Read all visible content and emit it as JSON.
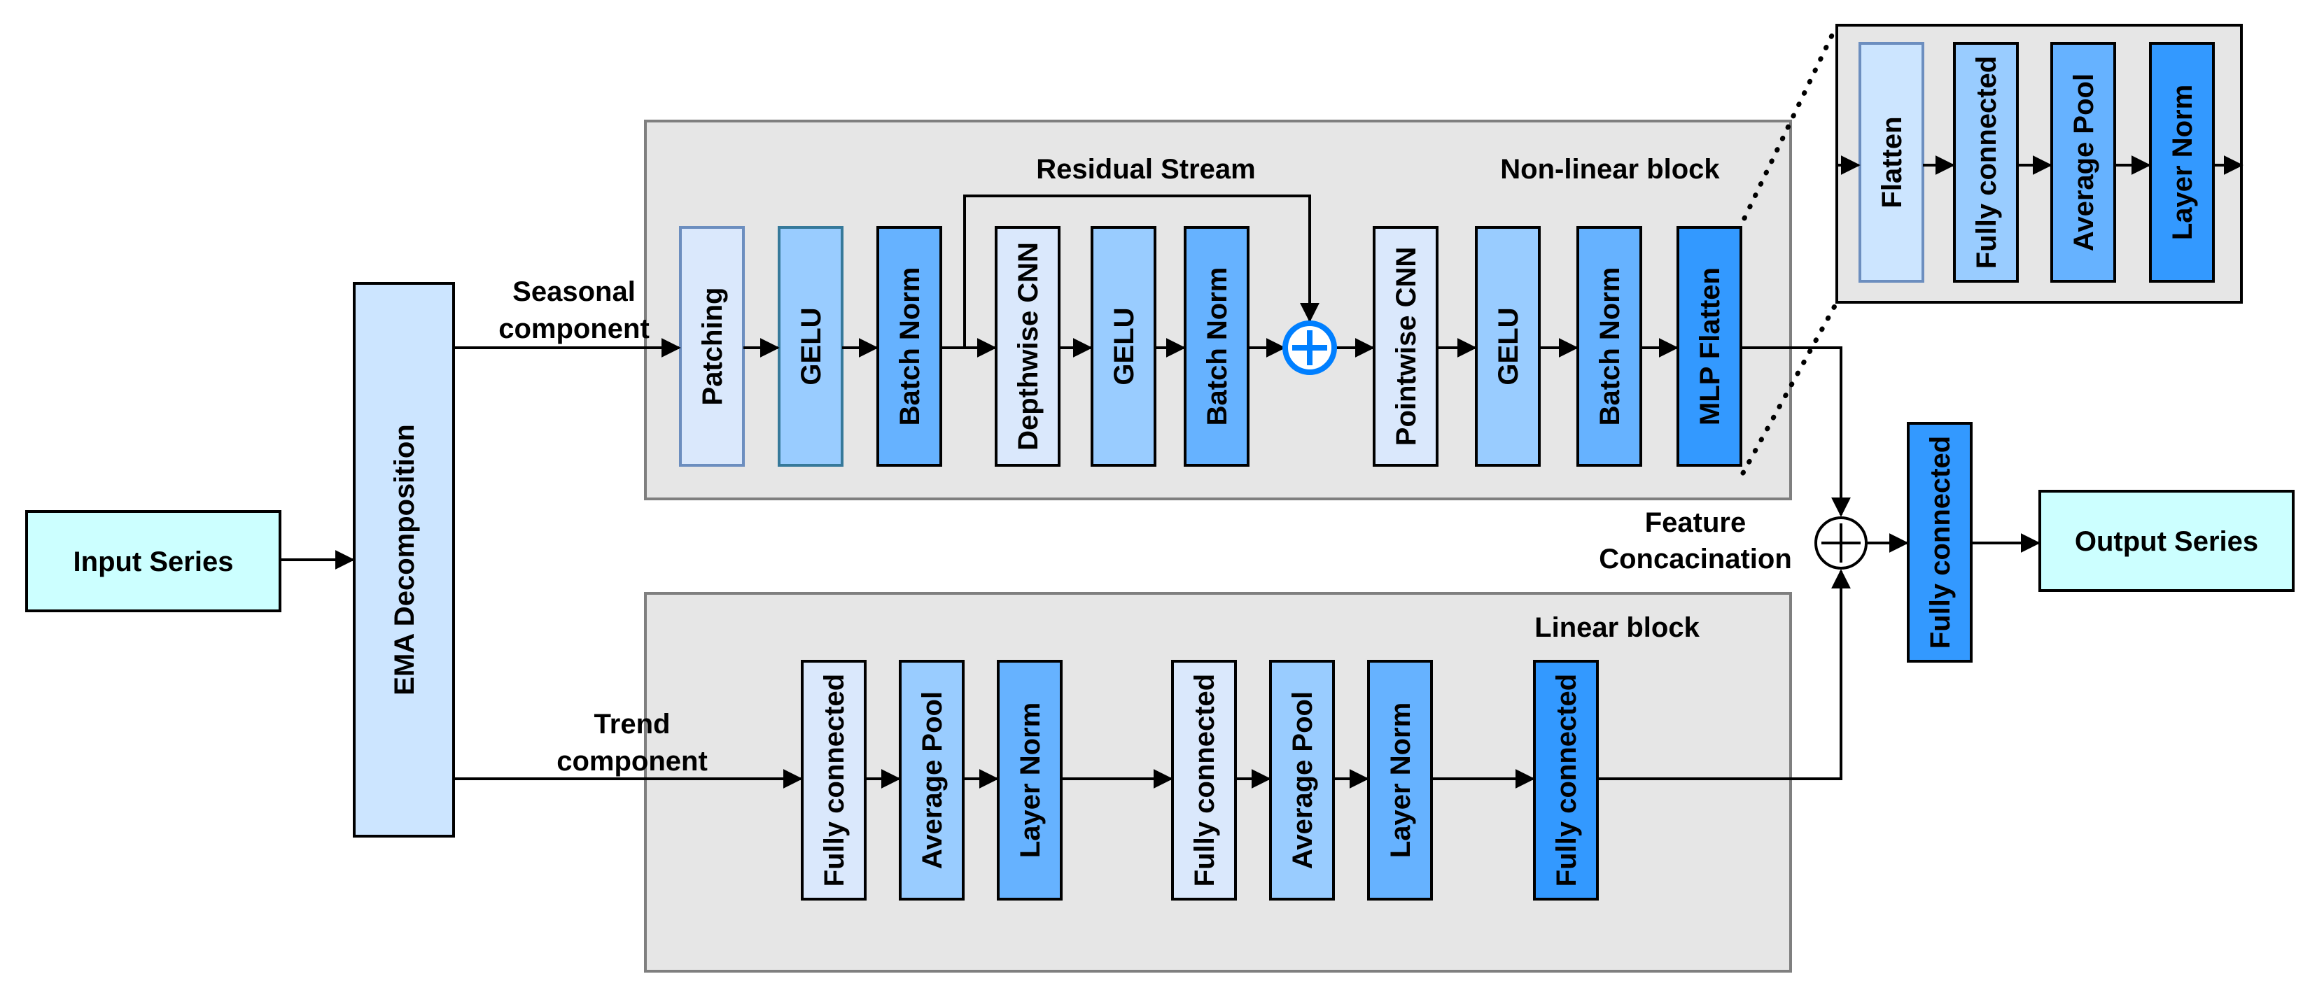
{
  "colors": {
    "background": "#ffffff",
    "panel_fill": "#e6e6e6",
    "panel_stroke": "#7f7f7f",
    "terminal_fill": "#ccffff",
    "ema_fill": "#cce5ff",
    "shade_1": "#dae8fc",
    "shade_2": "#99ccff",
    "shade_3": "#66b2ff",
    "shade_4": "#3399ff",
    "plus_accent": "#007fff",
    "arrow": "#000000"
  },
  "nodes": {
    "input_series": "Input Series",
    "ema_decomposition": "EMA Decomposition",
    "output_series": "Output Series",
    "final_fully_connected": "Fully connected"
  },
  "edge_labels": {
    "seasonal_line1": "Seasonal",
    "seasonal_line2": "component",
    "trend_line1": "Trend",
    "trend_line2": "component",
    "residual_stream": "Residual Stream",
    "feature_line1": "Feature",
    "feature_line2": "Concacination"
  },
  "nonlinear_block": {
    "title": "Non-linear block",
    "layers": [
      "Patching",
      "GELU",
      "Batch Norm",
      "Depthwise CNN",
      "GELU",
      "Batch Norm",
      "Pointwise CNN",
      "GELU",
      "Batch Norm",
      "MLP Flatten"
    ]
  },
  "linear_block": {
    "title": "Linear block",
    "layers": [
      "Fully connected",
      "Average Pool",
      "Layer Norm",
      "Fully connected",
      "Average Pool",
      "Layer Norm",
      "Fully connected"
    ]
  },
  "mlp_detail": {
    "layers": [
      "Flatten",
      "Fully connected",
      "Average Pool",
      "Layer Norm"
    ]
  },
  "icons": {
    "residual_add": "plus-circle-icon",
    "feature_concat": "plus-circle-icon"
  }
}
